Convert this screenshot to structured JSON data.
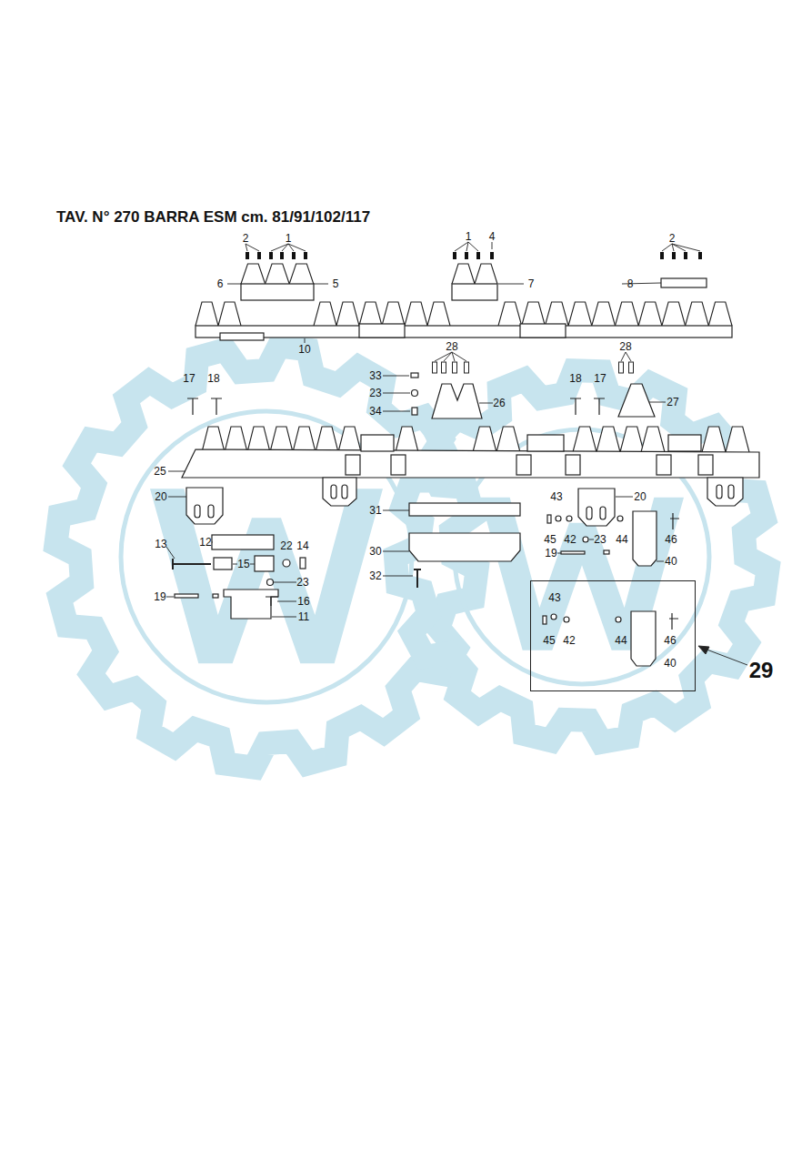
{
  "diagram": {
    "title": "TAV. N° 270 BARRA ESM cm. 81/91/102/117",
    "nodes": [
      {
        "text": [
          "43",
          "45",
          "42",
          "44",
          "46",
          "40"
        ]
      }
    ],
    "labels": [
      "2",
      "1",
      "1",
      "4",
      "2",
      "6",
      "5",
      "7",
      "8",
      "10",
      "28",
      "28",
      "17",
      "18",
      "33",
      "23",
      "26",
      "34",
      "18",
      "17",
      "27",
      "25",
      "20",
      "31",
      "43",
      "20",
      "45",
      "42",
      "23",
      "44",
      "46",
      "19",
      "40",
      "12",
      "13",
      "22",
      "14",
      "15",
      "30",
      "32",
      "23",
      "19",
      "16",
      "11",
      "29"
    ]
  }
}
